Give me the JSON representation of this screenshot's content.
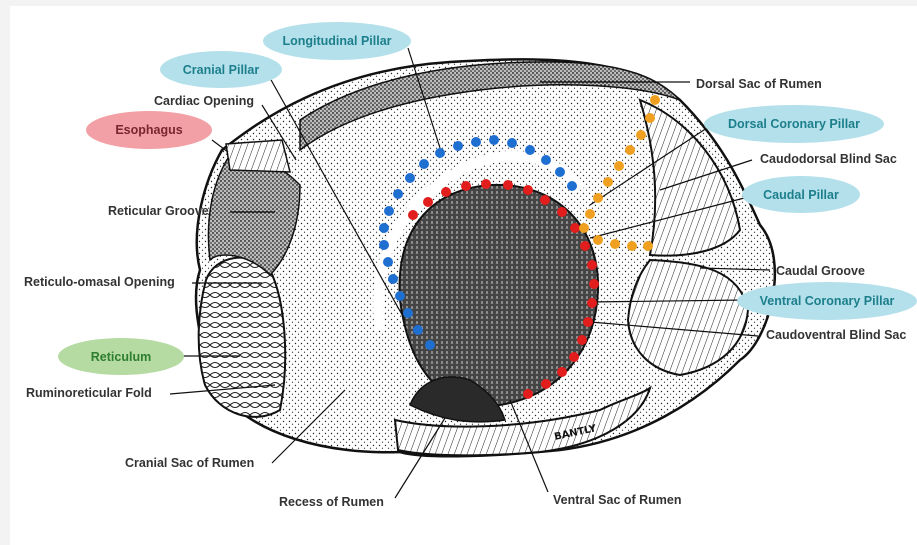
{
  "labels": {
    "longitudinal_pillar": "Longitudinal Pillar",
    "cranial_pillar": "Cranial Pillar",
    "cardiac_opening": "Cardiac Opening",
    "esophagus": "Esophagus",
    "reticular_groove": "Reticular Groove",
    "reticulo_omasal_opening": "Reticulo-omasal Opening",
    "reticulum": "Reticulum",
    "ruminoreticular_fold": "Ruminoreticular Fold",
    "cranial_sac": "Cranial Sac of Rumen",
    "recess": "Recess of Rumen",
    "ventral_sac": "Ventral Sac of Rumen",
    "dorsal_sac": "Dorsal Sac of Rumen",
    "dorsal_coronary_pillar": "Dorsal Coronary Pillar",
    "caudodorsal_blind_sac": "Caudodorsal Blind Sac",
    "caudal_pillar": "Caudal Pillar",
    "caudal_groove": "Caudal Groove",
    "ventral_coronary_pillar": "Ventral Coronary Pillar",
    "caudoventral_blind_sac": "Caudoventral Blind Sac",
    "signature": "BANTLY"
  },
  "colors": {
    "highlight_blue": "#b3e0ea",
    "highlight_red": "#f2a0a5",
    "highlight_green": "#b5dba2",
    "dots_blue": "#1f6fd1",
    "dots_red": "#e11d1d",
    "dots_orange": "#f0a020"
  }
}
